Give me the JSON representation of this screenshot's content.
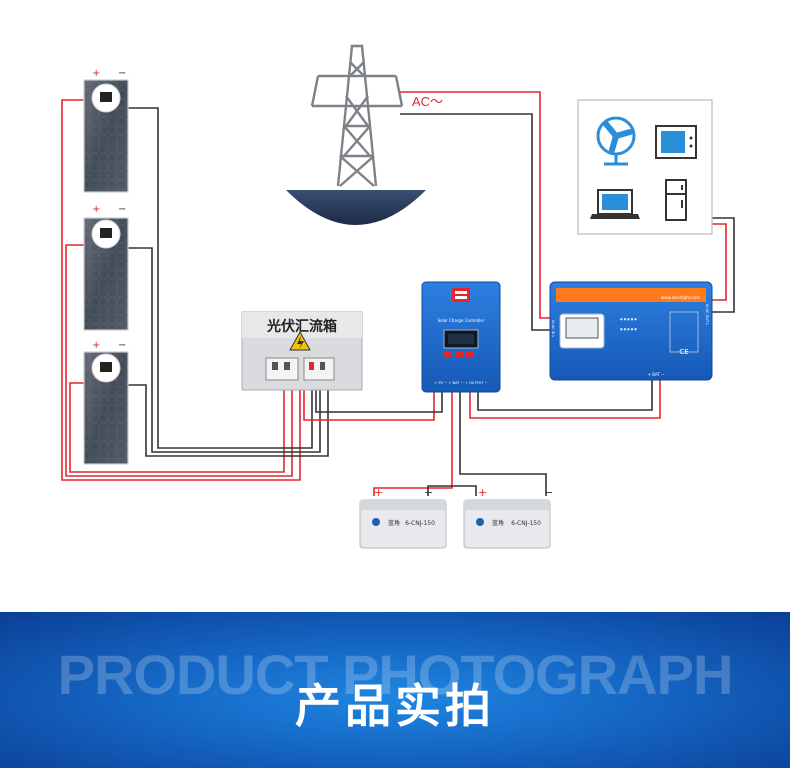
{
  "diagram": {
    "ac_label": "AC～",
    "combiner_box_title": "光伏汇流箱",
    "panel_polarity": {
      "plus": "+",
      "minus": "−"
    },
    "controller": {
      "label": "Solar Charge Controller",
      "terminals": "+ PV −  + BAT −  + OUTPUT −"
    },
    "inverter": {
      "brand_text": "www.solarlight.com",
      "ce_mark": "CE",
      "terminal_label": "+ BAT −",
      "in_label": "IN AC IN L",
      "out_label": "IN AC OUT L"
    },
    "batteries": [
      {
        "plus": "+",
        "minus": "−",
        "model": "6-CNJ-150",
        "brand": "蓝角"
      },
      {
        "plus": "+",
        "minus": "−",
        "model": "6-CNJ-150",
        "brand": "蓝角"
      }
    ],
    "wire_colors": {
      "positive": "#e4262c",
      "negative": "#333333"
    }
  },
  "banner": {
    "english": "PRODUCT PHOTOGRAPH",
    "chinese": "产品实拍"
  }
}
